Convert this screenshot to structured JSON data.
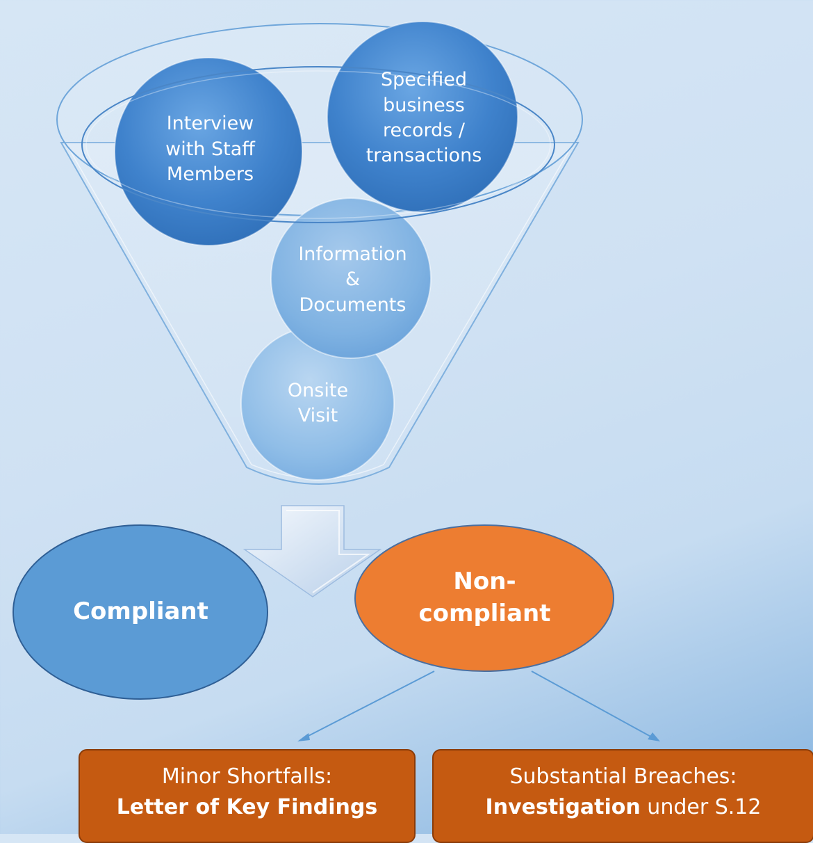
{
  "funnel": {
    "items": [
      {
        "label": "Interview\nwith Staff\nMembers"
      },
      {
        "label": "Specified\nbusiness\nrecords /\ntransactions"
      },
      {
        "label": "Information\n&\nDocuments"
      },
      {
        "label": "Onsite\nVisit"
      }
    ]
  },
  "outcomes": {
    "compliant": "Compliant",
    "non_compliant": "Non-\ncompliant"
  },
  "results": [
    {
      "line1": "Minor Shortfalls:",
      "bold": "Letter of Key Findings",
      "rest": ""
    },
    {
      "line1": "Substantial Breaches:",
      "bold": "Investigation",
      "rest": " under S.12"
    }
  ],
  "colors": {
    "blue_node": "#3d7fc9",
    "compliant": "#5b9bd5",
    "non_compliant": "#ed7d31",
    "result_box": "#c55a11"
  }
}
